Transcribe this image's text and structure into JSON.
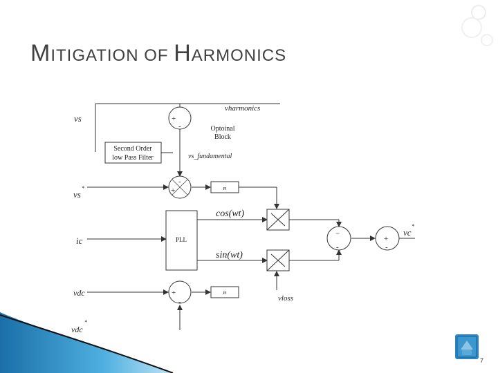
{
  "slide": {
    "title": {
      "word1_cap": "M",
      "word1_rest": "ITIGATION",
      "word2": "OF",
      "word3_cap": "H",
      "word3_rest": "ARMONICS"
    },
    "page_number": "7"
  },
  "diagram": {
    "inputs": {
      "vs": "vs",
      "vs_star_main": "vs",
      "vs_star_sup": "*",
      "ic": "ic",
      "vdc": "vdc",
      "vdc_star_main": "vdc",
      "vdc_star_sup": "*"
    },
    "signals": {
      "vharmonics": "vharmonics",
      "vs_fundamental": "vs_fundamental",
      "cos": "cos(wt)",
      "sin": "sin(wt)",
      "vloss": "vloss",
      "vc_star_main": "vc",
      "vc_star_sup": "*"
    },
    "blocks": {
      "lpf_line1": "Second Order",
      "lpf_line2": "low Pass Filter",
      "optional_line1": "Optoinal",
      "optional_line2": "Block",
      "pll": "PLL",
      "pi_top": "PI",
      "pi_bottom": "PI"
    },
    "signs": {
      "sum1_plus": "+",
      "sum1_minus": "-",
      "sum2_plus": "+",
      "sum2_minus": "-",
      "sum3_plus": "+",
      "sum3_minus": "-",
      "sum4_minus1": "−",
      "sum4_minus2": "-",
      "sum5_plus": "+",
      "sum5_minus": "-"
    }
  },
  "colors": {
    "line": "#333333",
    "title": "#404040",
    "accent_blue": "#2e86c1",
    "deco_gray": "#e6e6e6"
  }
}
